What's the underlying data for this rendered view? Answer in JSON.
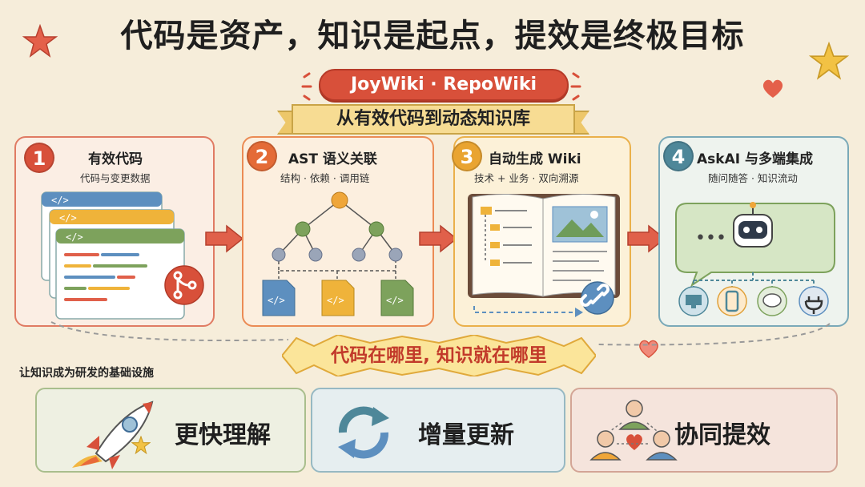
{
  "title": "代码是资产，知识是起点，提效是终极目标",
  "badge": "JoyWiki · RepoWiki",
  "ribbon": "从有效代码到动态知识库",
  "steps": [
    {
      "num": "1",
      "title": "有效代码",
      "subtitle": "代码与变更数据",
      "color": "#d8503a"
    },
    {
      "num": "2",
      "title": "AST 语义关联",
      "subtitle": "结构 · 依赖 · 调用链",
      "color": "#e46b37"
    },
    {
      "num": "3",
      "title": "自动生成 Wiki",
      "subtitle": "技术 + 业务 · 双向溯源",
      "color": "#e9a431"
    },
    {
      "num": "4",
      "title": "AskAI 与多端集成",
      "subtitle": "随问随答 · 知识流动",
      "color": "#4e8799"
    }
  ],
  "code_glyph": "</>",
  "chat_dots": "•••",
  "slogan": "代码在哪里, 知识就在哪里",
  "side_note": "让知识成为研发的基础设施",
  "benefits": [
    "更快理解",
    "增量更新",
    "协同提效"
  ]
}
